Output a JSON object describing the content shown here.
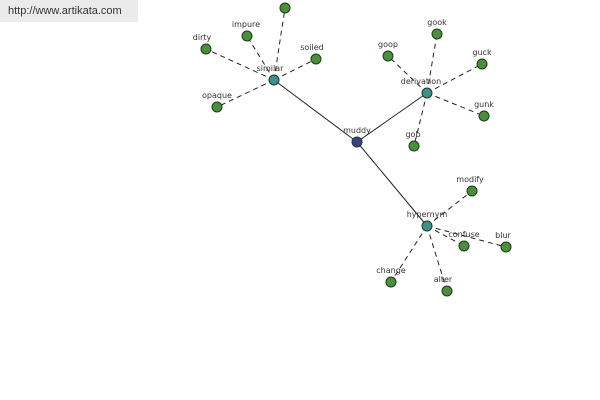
{
  "watermark": "http://www.artikata.com",
  "colors": {
    "root": "#3a3f8c",
    "category": "#3f8f8a",
    "leaf": "#4a8f3a"
  },
  "graph": {
    "root": "muddy",
    "categories": [
      {
        "id": "similar",
        "label": "similar",
        "leaves": [
          "",
          "impure",
          "dirty",
          "soiled",
          "opaque"
        ]
      },
      {
        "id": "derivation",
        "label": "derivation",
        "leaves": [
          "gook",
          "goop",
          "guck",
          "gunk",
          "gob"
        ]
      },
      {
        "id": "hypernym",
        "label": "hypernym",
        "leaves": [
          "modify",
          "confuse",
          "blur",
          "change",
          "alter"
        ]
      }
    ]
  }
}
